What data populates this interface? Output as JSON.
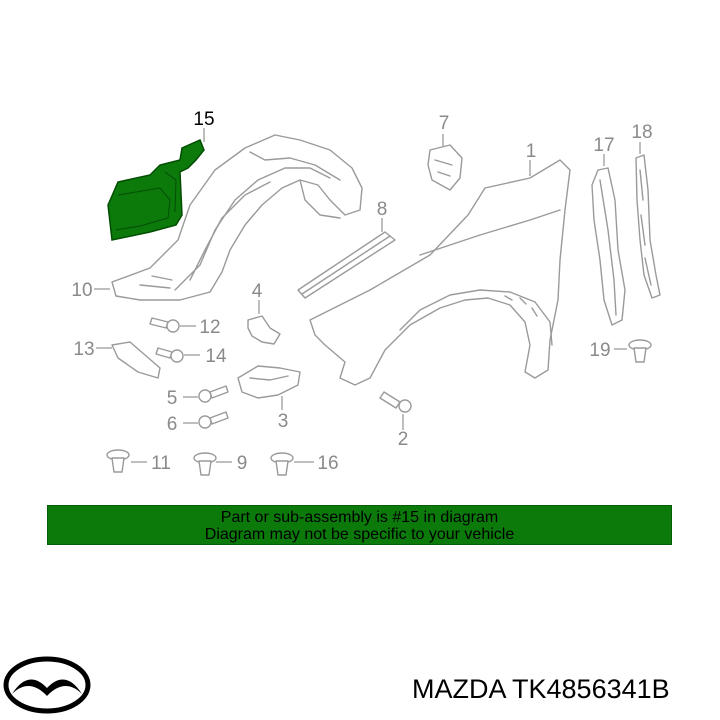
{
  "diagram": {
    "callouts": {
      "c1": "1",
      "c2": "2",
      "c3": "3",
      "c4": "4",
      "c5": "5",
      "c6": "6",
      "c7": "7",
      "c8": "8",
      "c9": "9",
      "c10": "10",
      "c11": "11",
      "c12": "12",
      "c13": "13",
      "c14": "14",
      "c15": "15",
      "c16": "16",
      "c17": "17",
      "c18": "18",
      "c19": "19"
    },
    "highlighted_part": "15",
    "highlight_color": "#0b7a0b"
  },
  "banner": {
    "line1": "Part or sub-assembly is #15 in diagram",
    "line2": "Diagram may not be specific to your vehicle",
    "background": "#0b7a0b"
  },
  "footer": {
    "brand_logo": "mazda-logo",
    "part_label": "MAZDA TK4856341B"
  }
}
